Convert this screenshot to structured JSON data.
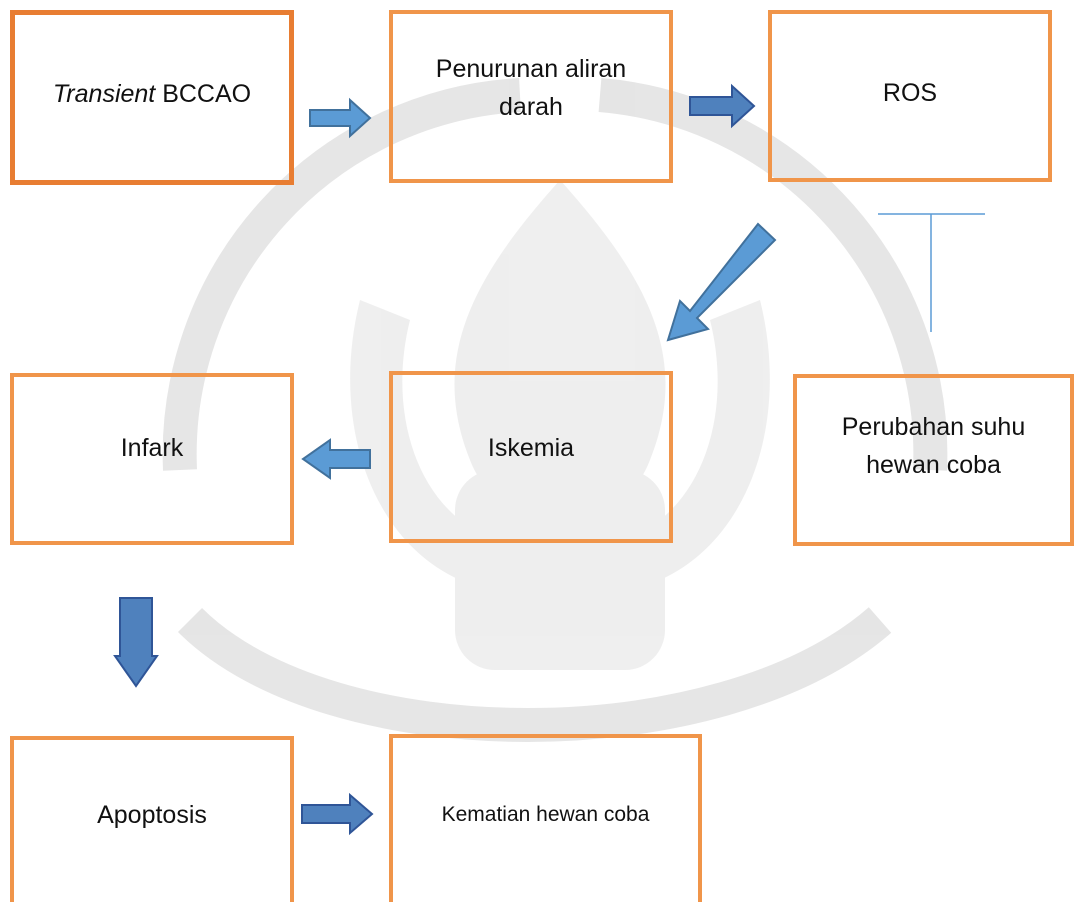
{
  "colors": {
    "box_border": "#f0954a",
    "arrow_fill": "#5b9bd5",
    "arrow_fill_dark": "#4f81bd",
    "arrow_stroke": "#41719c",
    "inhibit_line": "#5b9bd5",
    "watermark": "#e6e6e6"
  },
  "nodes": {
    "bccao": {
      "italic": "Transient",
      "text": "BCCAO"
    },
    "penurunan": {
      "line1": "Penurunan aliran",
      "line2": "darah"
    },
    "ros": {
      "text": "ROS"
    },
    "iskemia": {
      "text": "Iskemia"
    },
    "infark": {
      "text": "Infark"
    },
    "perubahan": {
      "line1": "Perubahan suhu",
      "line2": "hewan coba"
    },
    "apoptosis": {
      "text": "Apoptosis"
    },
    "kematian": {
      "text": "Kematian hewan coba"
    }
  },
  "watermark": {
    "description_icon": "university-seal-watermark"
  }
}
